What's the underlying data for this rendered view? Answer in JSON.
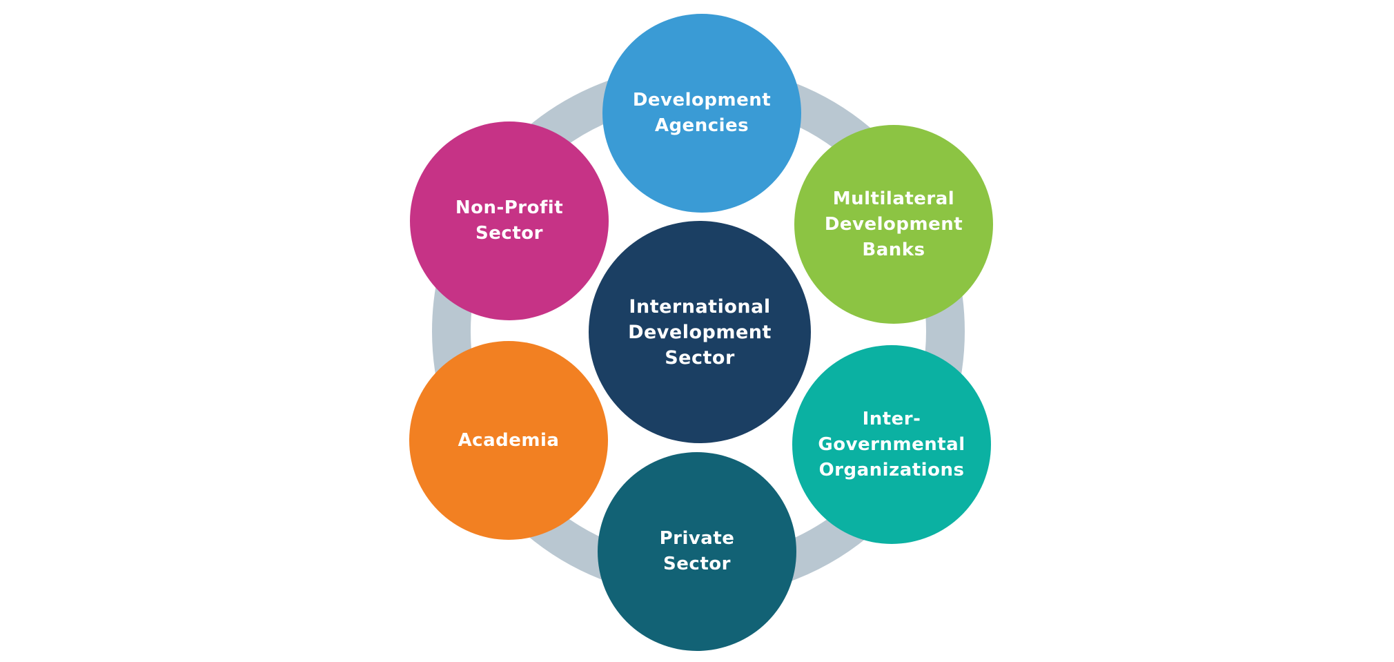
{
  "diagram": {
    "center": {
      "label": "International\nDevelopment\nSector",
      "color": "#1B3F63"
    },
    "ring_color": "#B9C7D1",
    "nodes": [
      {
        "id": "development-agencies",
        "label": "Development\nAgencies",
        "color": "#3A9BD5"
      },
      {
        "id": "multilateral-development-banks",
        "label": "Multilateral\nDevelopment\nBanks",
        "color": "#8CC443"
      },
      {
        "id": "inter-governmental-organizations",
        "label": "Inter-\nGovernmental\nOrganizations",
        "color": "#0BB1A2"
      },
      {
        "id": "private-sector",
        "label": "Private\nSector",
        "color": "#126275"
      },
      {
        "id": "academia",
        "label": "Academia",
        "color": "#F28022"
      },
      {
        "id": "non-profit-sector",
        "label": "Non-Profit\nSector",
        "color": "#C63386"
      }
    ]
  }
}
